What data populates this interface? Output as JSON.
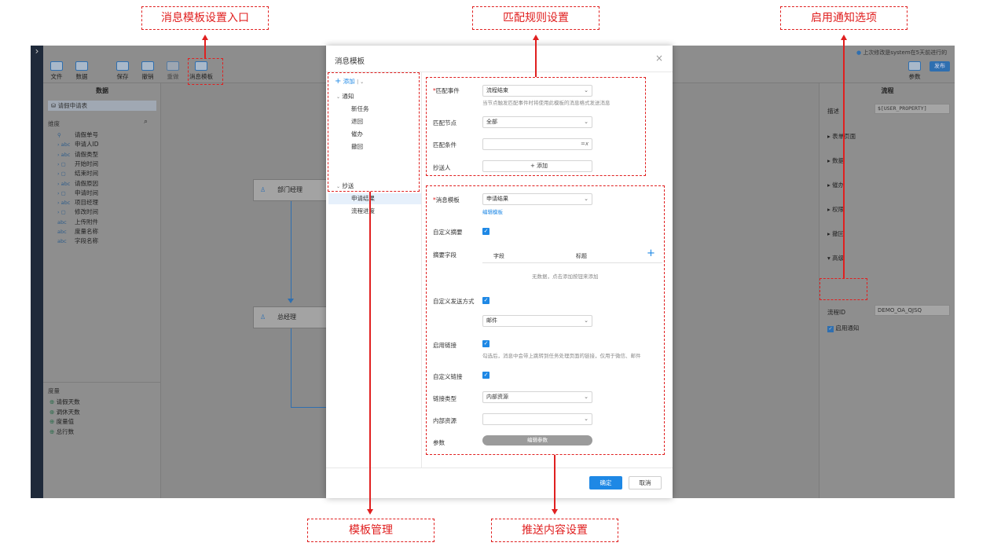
{
  "callouts": {
    "entry": "消息模板设置入口",
    "match": "匹配规则设置",
    "notify": "启用通知选项",
    "template_mgmt": "模板管理",
    "content": "推送内容设置"
  },
  "toolbar": {
    "file": "文件",
    "data": "数据",
    "save": "保存",
    "undo": "撤销",
    "redo": "重做",
    "msg_template": "消息模板",
    "params": "参数",
    "publish": "发布",
    "status": "上次修改是system在5天前进行的"
  },
  "left_panel": {
    "title": "数据",
    "table": "请假申请表",
    "dimension_label": "维度",
    "dimensions": [
      "请假单号",
      "申请人ID",
      "请假类型",
      "开始时间",
      "结束时间",
      "请假原因",
      "申请时间",
      "项目经理",
      "修改时间",
      "上传附件",
      "度量名称",
      "字段名称"
    ],
    "measure_label": "度量",
    "measures": [
      "请假天数",
      "调休天数",
      "度量值",
      "总行数"
    ]
  },
  "canvas": {
    "node1": "部门经理",
    "node2": "总经理"
  },
  "right_panel": {
    "title": "流程",
    "desc_label": "描述",
    "desc_value": "$[USER_PROPERTY]",
    "sections": [
      "表单页面",
      "数据",
      "催办",
      "权限",
      "撤回",
      "高级"
    ],
    "flow_id_label": "流程ID",
    "flow_id_value": "DEMO_OA_QJSQ",
    "enable_notify": "启用通知"
  },
  "modal": {
    "title": "消息模板",
    "close": "×",
    "add": "添加",
    "tree": {
      "notify_group": "通知",
      "notify_items": [
        "新任务",
        "退回",
        "催办",
        "撤回"
      ],
      "cc_group": "抄送",
      "cc_items": [
        "申请结果",
        "流程进度"
      ]
    },
    "form": {
      "match_event_label": "匹配事件",
      "match_event_value": "流程结束",
      "match_event_hint": "当节点触发匹配事件时将使用此模板的消息格式发送消息",
      "match_node_label": "匹配节点",
      "match_node_value": "全部",
      "match_cond_label": "匹配条件",
      "match_cond_icon": "=x",
      "cc_person_label": "抄送人",
      "cc_add": "添加",
      "msg_template_label": "消息模板",
      "msg_template_value": "申请结果",
      "edit_template": "编辑模板",
      "custom_summary_label": "自定义摘要",
      "summary_field_label": "摘要字段",
      "col_field": "字段",
      "col_title": "标题",
      "empty_text": "无数据，点击添加按钮来添加",
      "custom_send_label": "自定义发送方式",
      "send_value": "邮件",
      "enable_link_label": "启用链接",
      "enable_link_hint": "勾选后，消息中会带上跳转到任务处理页面的链接，仅用于微信、邮件",
      "custom_link_label": "自定义链接",
      "link_type_label": "链接类型",
      "link_type_value": "内部资源",
      "internal_res_label": "内部资源",
      "internal_res_value": "",
      "params_label": "参数",
      "edit_params": "编辑参数"
    },
    "ok": "确定",
    "cancel": "取消"
  }
}
